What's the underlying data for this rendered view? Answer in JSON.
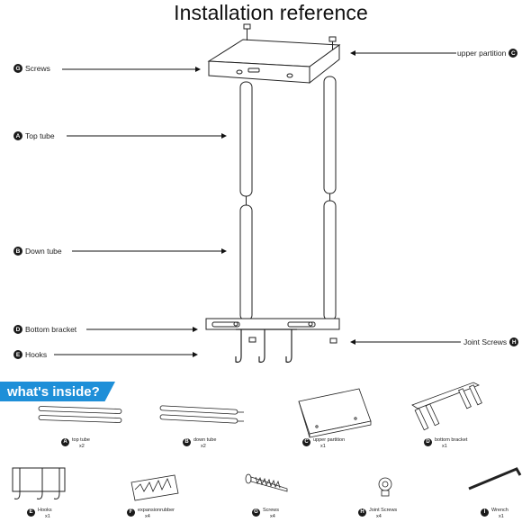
{
  "title": "Installation reference",
  "callouts": [
    {
      "letter": "G",
      "text": "Screws"
    },
    {
      "letter": "C",
      "text": "upper partition"
    },
    {
      "letter": "A",
      "text": "Top tube"
    },
    {
      "letter": "B",
      "text": "Down tube"
    },
    {
      "letter": "D",
      "text": "Bottom bracket"
    },
    {
      "letter": "E",
      "text": "Hooks"
    },
    {
      "letter": "H",
      "text": "Joint Screws"
    }
  ],
  "banner": "what's inside?",
  "parts": [
    {
      "letter": "A",
      "name": "top tube",
      "qty": "x2"
    },
    {
      "letter": "B",
      "name": "down tube",
      "qty": "x2"
    },
    {
      "letter": "C",
      "name": "upper partition",
      "qty": "x1"
    },
    {
      "letter": "D",
      "name": "bottom bracket",
      "qty": "x1"
    },
    {
      "letter": "E",
      "name": "Hooks",
      "qty": "x1"
    },
    {
      "letter": "F",
      "name": "expansionrubber",
      "qty": "x4"
    },
    {
      "letter": "G",
      "name": "Screws",
      "qty": "x4"
    },
    {
      "letter": "H",
      "name": "Joint Screws",
      "qty": "x4"
    },
    {
      "letter": "I",
      "name": "Wrench",
      "qty": "x1"
    }
  ]
}
